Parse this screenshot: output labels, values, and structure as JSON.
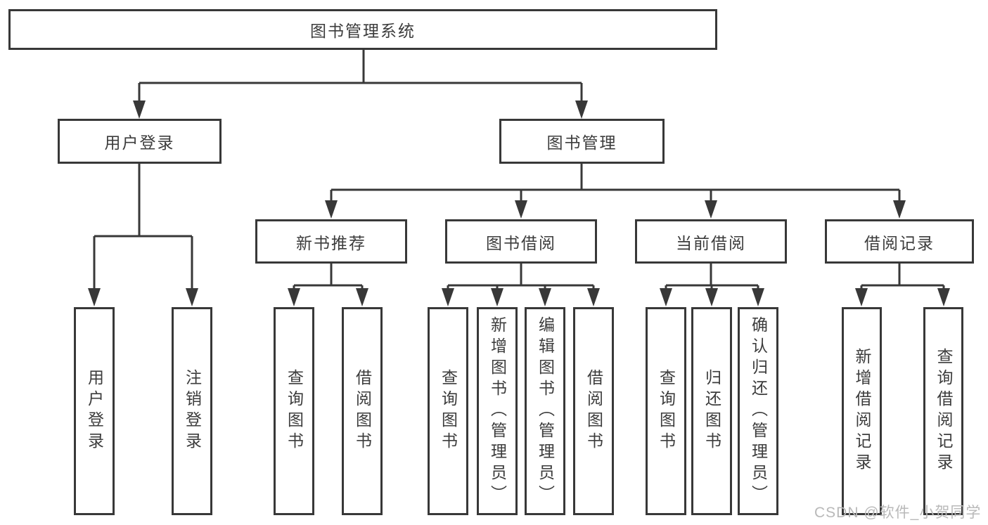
{
  "colors": {
    "line": "#383838",
    "box_border": "#383838",
    "text": "#3c3c3c",
    "watermark": "#b9b9b9",
    "background": "#ffffff"
  },
  "tree": {
    "root": "图书管理系统",
    "level2": [
      "用户登录",
      "图书管理"
    ],
    "level3": [
      "新书推荐",
      "图书借阅",
      "当前借阅",
      "借阅记录"
    ],
    "leaves": {
      "user_login": [
        "用户登录",
        "注销登录"
      ],
      "new_book_recommend": [
        "查询图书",
        "借阅图书"
      ],
      "book_borrow": [
        "查询图书",
        "新增图书（管理员）",
        "编辑图书（管理员）",
        "借阅图书"
      ],
      "current_borrow": [
        "查询图书",
        "归还图书",
        "确认归还（管理员）"
      ],
      "borrow_records": [
        "新增借阅记录",
        "查询借阅记录"
      ]
    }
  },
  "watermark": "CSDN @软件_小贺同学"
}
